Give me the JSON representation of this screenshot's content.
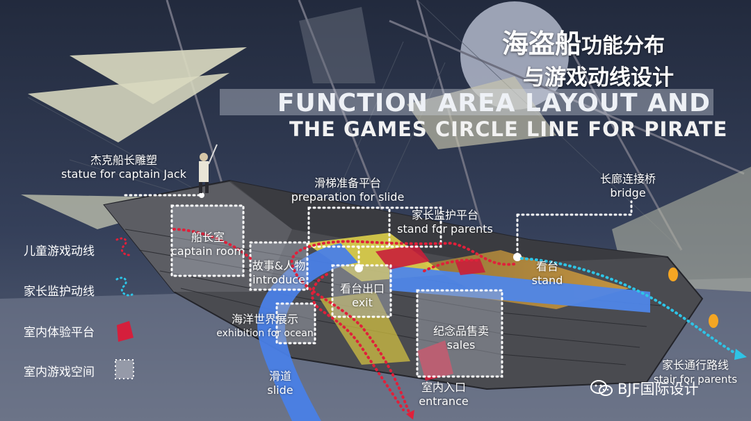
{
  "title": {
    "cn_line1_big": "海盗船",
    "cn_line1_small": "功能分布",
    "cn_line2": "与游戏动线设计",
    "en_line1": "FUNCTION AREA LAYOUT AND",
    "en_line2": "THE GAMES CIRCLE LINE FOR PIRATE"
  },
  "labels": {
    "statue": {
      "cn": "杰克船长雕塑",
      "en": "statue for captain Jack"
    },
    "slide_prep": {
      "cn": "滑梯准备平台",
      "en": "preparation for slide"
    },
    "parents_stand": {
      "cn": "家长监护平台",
      "en": "stand for parents"
    },
    "bridge": {
      "cn": "长廊连接桥",
      "en": "bridge"
    },
    "captain_room": {
      "cn": "船长室",
      "en": "captain room"
    },
    "introduce": {
      "cn": "故事&人物",
      "en": "introduce"
    },
    "exit": {
      "cn": "看台出口",
      "en": "exit"
    },
    "stand": {
      "cn": "看台",
      "en": "stand"
    },
    "ocean": {
      "cn": "海洋世界展示",
      "en": "exhibition for ocean"
    },
    "sales": {
      "cn": "纪念品售卖",
      "en": "sales"
    },
    "slide": {
      "cn": "滑道",
      "en": "slide"
    },
    "entrance": {
      "cn": "室内入口",
      "en": "entrance"
    },
    "parents_route": {
      "cn": "家长通行路线",
      "en": "stair for parents"
    }
  },
  "legend": [
    {
      "label": "儿童游戏动线",
      "icon": "red-dotted-route",
      "color": "#e0203a"
    },
    {
      "label": "家长监护动线",
      "icon": "cyan-dotted-route",
      "color": "#2ec4e6"
    },
    {
      "label": "室内体验平台",
      "icon": "red-platform",
      "color": "#d51f3c"
    },
    {
      "label": "室内游戏空间",
      "icon": "grey-space",
      "color": "#a9adb8"
    }
  ],
  "watermark": {
    "text": "BJF国际设计",
    "icon": "wechat-icon"
  }
}
